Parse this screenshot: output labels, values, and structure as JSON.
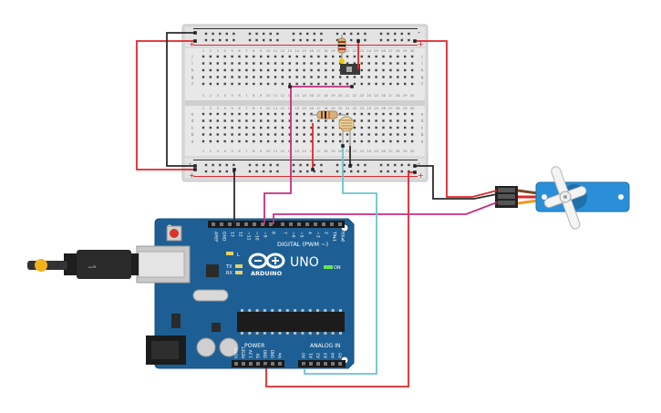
{
  "breadboard": {
    "rail_minus": "-",
    "rail_plus": "+",
    "column_numbers": [
      "1",
      "2",
      "3",
      "4",
      "5",
      "6",
      "7",
      "8",
      "9",
      "10",
      "11",
      "12",
      "13",
      "14",
      "15",
      "16",
      "17",
      "18",
      "19",
      "20",
      "21",
      "22",
      "23",
      "24",
      "25",
      "26",
      "27",
      "28",
      "29",
      "30"
    ],
    "rows_top": [
      "j",
      "i",
      "h",
      "g",
      "f"
    ],
    "rows_bottom": [
      "e",
      "d",
      "c",
      "b",
      "a"
    ]
  },
  "arduino": {
    "model_label": "UNO",
    "brand_label": "ARDUINO",
    "digital_label": "DIGITAL (PWM ~)",
    "analog_label": "ANALOG IN",
    "power_label": "POWER",
    "on_label": "ON",
    "led_l": "L",
    "led_tx": "TX",
    "led_rx": "RX",
    "digital_pins": [
      "AREF",
      "GND",
      "13",
      "12",
      "~11",
      "~10",
      "~9",
      "8",
      "7",
      "~6",
      "~5",
      "4",
      "~3",
      "2",
      "TX▸1",
      "RX◂0"
    ],
    "power_pins": [
      "IOREF",
      "RESET",
      "3.3V",
      "5V",
      "GND",
      "GND",
      "Vin"
    ],
    "analog_pins": [
      "A0",
      "A1",
      "A2",
      "A3",
      "A4",
      "A5"
    ]
  },
  "colors": {
    "wire_red": "#e0262b",
    "wire_black": "#2b2b2b",
    "wire_magenta": "#c2307f",
    "wire_cyan": "#6bc4c9",
    "board_blue": "#1d5f94",
    "servo_blue": "#2a8fd8"
  }
}
